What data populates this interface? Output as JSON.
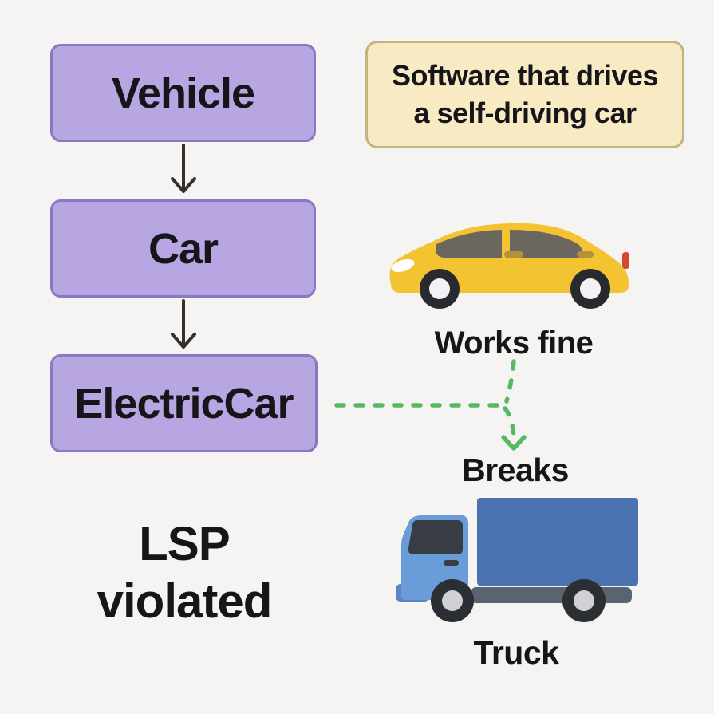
{
  "colors": {
    "background": "#f5f4f2",
    "box_fill": "#b7a6e2",
    "box_border": "#8a78c2",
    "note_fill": "#f8eac2",
    "note_border": "#c2b381",
    "text": "#16151a",
    "arrow": "#35302b",
    "green": "#57b964",
    "car_body": "#f3c331",
    "car_window": "#6b675f",
    "car_handle": "#b2913a",
    "car_taillight": "#d7472f",
    "car_headlight": "#ffffff",
    "car_wheel": "#2a2a2e",
    "car_hub": "#f2f2f4",
    "truck_cab": "#6a9cda",
    "truck_bumper": "#5b84c4",
    "truck_cargo": "#4a72b0",
    "truck_window": "#383c44",
    "truck_chassis": "#5a6470",
    "truck_wheel": "#2b2e33",
    "truck_hub": "#cfd1d4"
  },
  "hierarchy": {
    "boxes": [
      {
        "label": "Vehicle"
      },
      {
        "label": "Car"
      },
      {
        "label": "ElectricCar"
      }
    ]
  },
  "note": {
    "line1": "Software that drives",
    "line2": "a self-driving car"
  },
  "examples": {
    "car_caption": "Works fine",
    "breaks_label": "Breaks",
    "truck_caption": "Truck"
  },
  "footer": {
    "line1": "LSP",
    "line2": "violated"
  },
  "icons": {
    "car": "yellow-car-side-icon",
    "truck": "blue-box-truck-side-icon"
  },
  "connections": [
    {
      "from": "Vehicle",
      "to": "Car",
      "style": "solid-black-arrow"
    },
    {
      "from": "Car",
      "to": "ElectricCar",
      "style": "solid-black-arrow"
    },
    {
      "from": "ElectricCar",
      "to": "Breaks",
      "style": "dashed-green-arrow"
    },
    {
      "from": "Works fine",
      "to": "Breaks",
      "style": "dashed-green-arrow"
    }
  ]
}
